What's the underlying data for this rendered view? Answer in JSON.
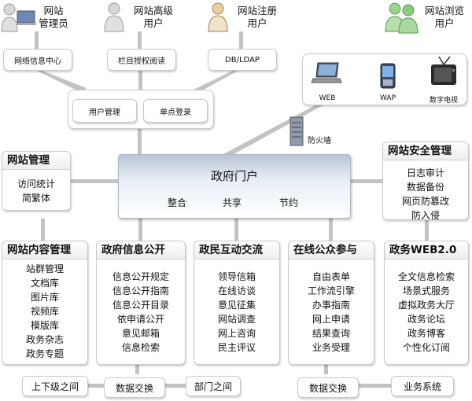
{
  "users": {
    "admin": "网站\n管理员",
    "advanced": "网站高级\n用户",
    "registered": "网站注册\n用户",
    "browse": "网站浏览\n用户"
  },
  "top_boxes": {
    "info_center": "网络信息中心",
    "column_auth": "栏目授权阅读",
    "ldap": "DB/LDAP"
  },
  "auth_group": {
    "user_mgmt": "用户管理",
    "sso": "单点登录"
  },
  "devices": {
    "web": "WEB",
    "wap": "WAP",
    "tv": "数字电视"
  },
  "firewall": "防火墙",
  "portal": {
    "title": "政府门户",
    "items": [
      "整合",
      "共享",
      "节约"
    ]
  },
  "site_mgmt": {
    "title": "网站管理",
    "items": [
      "访问统计",
      "简繁体"
    ]
  },
  "site_security": {
    "title": "网站安全管理",
    "items": [
      "日志审计",
      "数据备份",
      "网页防篡改",
      "防入侵"
    ]
  },
  "content_mgmt": {
    "title": "网站内容管理",
    "items": [
      "站群管理",
      "文档库",
      "图片库",
      "视频库",
      "模版库",
      "政务杂志",
      "政务专题"
    ]
  },
  "info_open": {
    "title": "政府信息公开",
    "items": [
      "信息公开规定",
      "信息公开指南",
      "信息公开目录",
      "依申请公开",
      "意见邮箱",
      "信息检索"
    ]
  },
  "interaction": {
    "title": "政民互动交流",
    "items": [
      "领导信箱",
      "在线访谈",
      "意见征集",
      "网站调查",
      "网上咨询",
      "民主评议"
    ]
  },
  "participation": {
    "title": "在线公众参与",
    "items": [
      "自由表单",
      "工作流引擎",
      "办事指南",
      "网上申请",
      "结果查询",
      "业务受理"
    ]
  },
  "web20": {
    "title": "政务WEB2.0",
    "items": [
      "全文信息检索",
      "场景式服务",
      "虚拟政务大厅",
      "政务论坛",
      "政务博客",
      "个性化订阅"
    ]
  },
  "bottom": {
    "between_levels": "上下级之间",
    "data_exchange_1": "数据交换",
    "between_depts": "部门之间",
    "data_exchange_2": "数据交换",
    "business_system": "业务系统"
  }
}
